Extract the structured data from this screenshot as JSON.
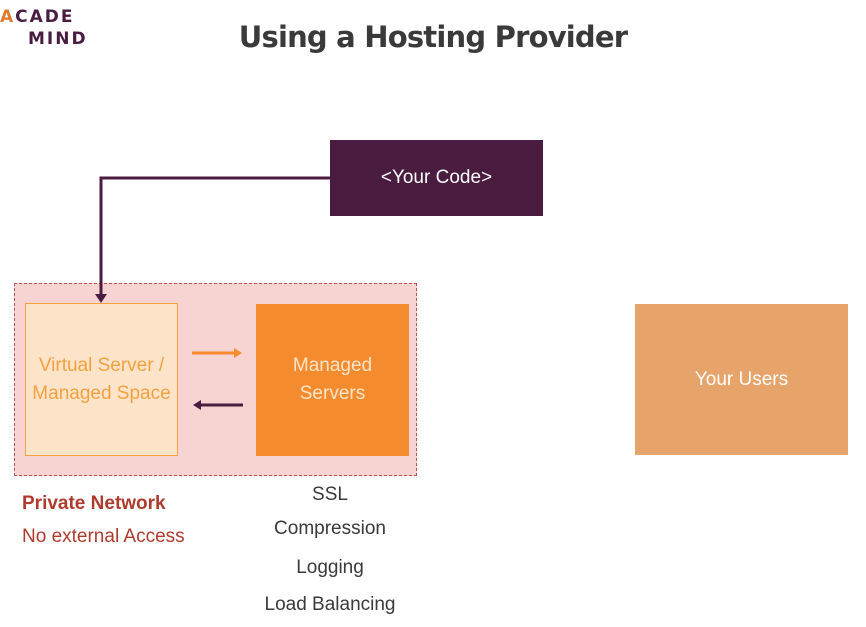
{
  "logo": {
    "line1_accent": "A",
    "line1_rest": "CADE",
    "line2": "MIND"
  },
  "title": "Using a Hosting Provider",
  "code_box": {
    "label": "<Your Code>"
  },
  "virtual_server": {
    "line1": "Virtual Server /",
    "line2": "Managed Space"
  },
  "managed_servers": {
    "line1": "Managed",
    "line2": "Servers"
  },
  "users_box": {
    "label": "Your Users"
  },
  "private_network": {
    "title": "Private Network",
    "subtitle": "No external Access"
  },
  "features": [
    "SSL",
    "Compression",
    "Logging",
    "Load Balancing"
  ],
  "colors": {
    "code_box": "#4a1c40",
    "network_fill": "#f7d4d2",
    "network_border": "#c0504d",
    "virtual_fill": "#fde4c8",
    "accent_orange": "#f58b2f",
    "users_fill": "#e6a36a",
    "network_text": "#b03a2e"
  }
}
